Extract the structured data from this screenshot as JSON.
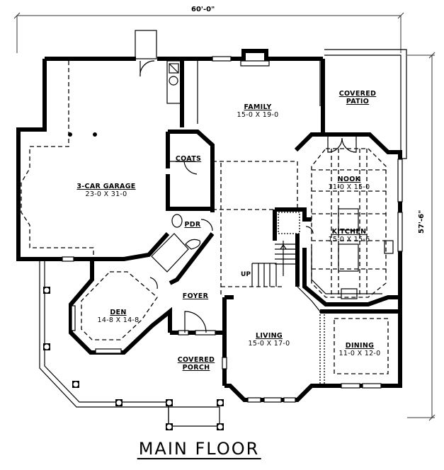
{
  "plan": {
    "title": "MAIN FLOOR",
    "overall_width": "60'-0\"",
    "overall_depth": "57'-6\""
  },
  "rooms": [
    {
      "id": "garage",
      "name": "3-CAR GARAGE",
      "size": "23-0 X 31-0"
    },
    {
      "id": "family",
      "name": "FAMILY",
      "size": "15-0 X 19-0"
    },
    {
      "id": "covered_patio",
      "name": "COVERED",
      "name2": "PATIO",
      "size": ""
    },
    {
      "id": "coats",
      "name": "COATS",
      "size": ""
    },
    {
      "id": "nook",
      "name": "NOOK",
      "size": "11-0 X 15-0"
    },
    {
      "id": "kitchen",
      "name": "KITCHEN",
      "size": "15-0 X 15-6"
    },
    {
      "id": "pdr",
      "name": "PDR",
      "size": ""
    },
    {
      "id": "foyer",
      "name": "FOYER",
      "size": ""
    },
    {
      "id": "den",
      "name": "DEN",
      "size": "14-8 X 14-8"
    },
    {
      "id": "living",
      "name": "LIVING",
      "size": "15-0 X 17-0"
    },
    {
      "id": "dining",
      "name": "DINING",
      "size": "11-0 X 12-0"
    },
    {
      "id": "covered_porch",
      "name": "COVERED",
      "name2": "PORCH",
      "size": ""
    }
  ],
  "annotations": {
    "stair_label": "UP"
  }
}
